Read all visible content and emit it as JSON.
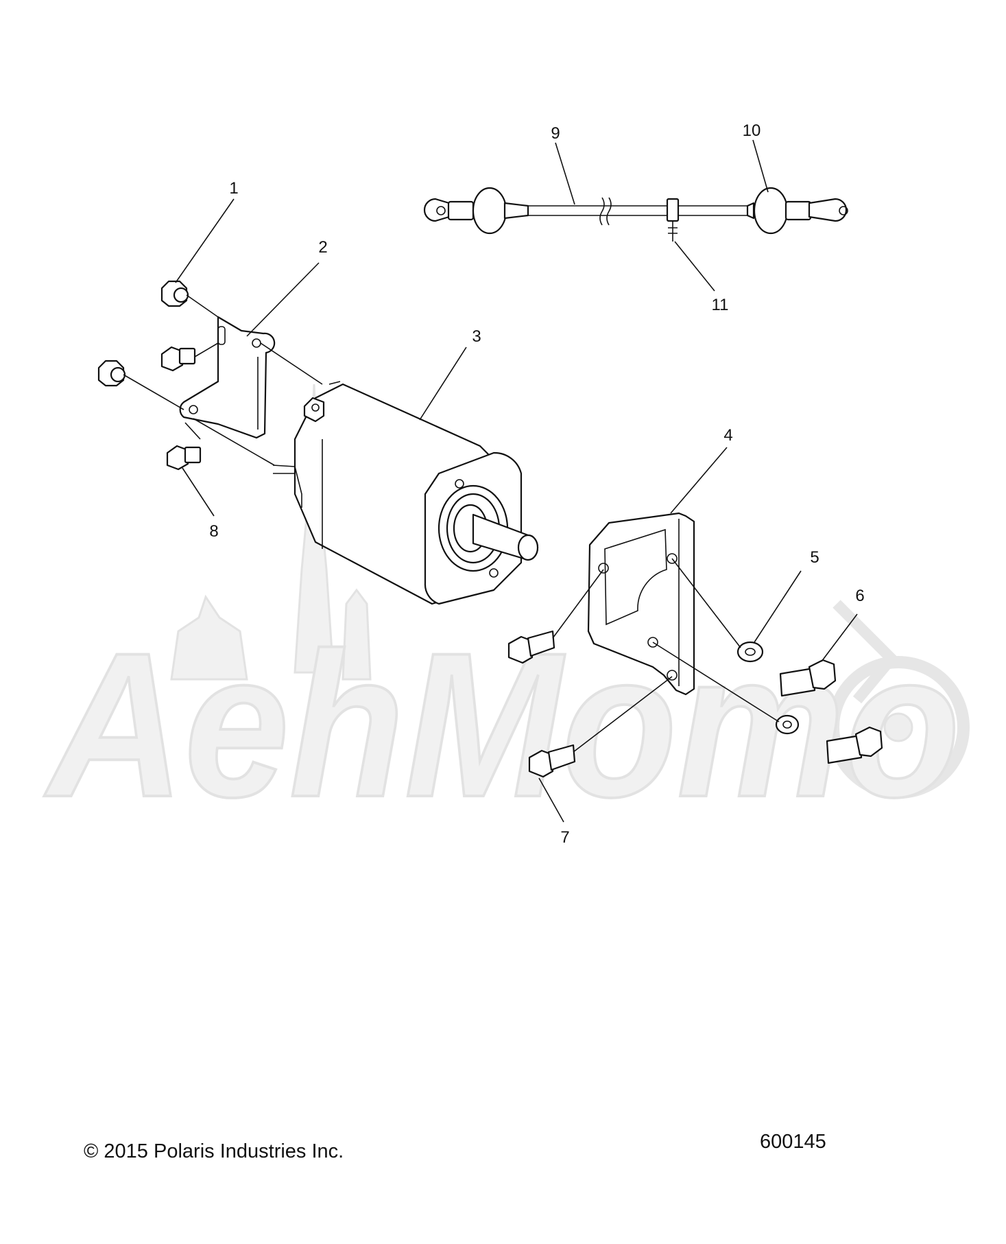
{
  "callouts": [
    {
      "label": "1"
    },
    {
      "label": "2"
    },
    {
      "label": "3"
    },
    {
      "label": "4"
    },
    {
      "label": "5"
    },
    {
      "label": "6"
    },
    {
      "label": "7"
    },
    {
      "label": "8"
    },
    {
      "label": "9"
    },
    {
      "label": "10"
    },
    {
      "label": "11"
    }
  ],
  "watermark": {
    "text": "AehMomo"
  },
  "footer": {
    "copyright": "© 2015 Polaris Industries Inc.",
    "figure_number": "600145"
  },
  "colors": {
    "line": "#111111",
    "watermark": "#e2e2e2"
  }
}
